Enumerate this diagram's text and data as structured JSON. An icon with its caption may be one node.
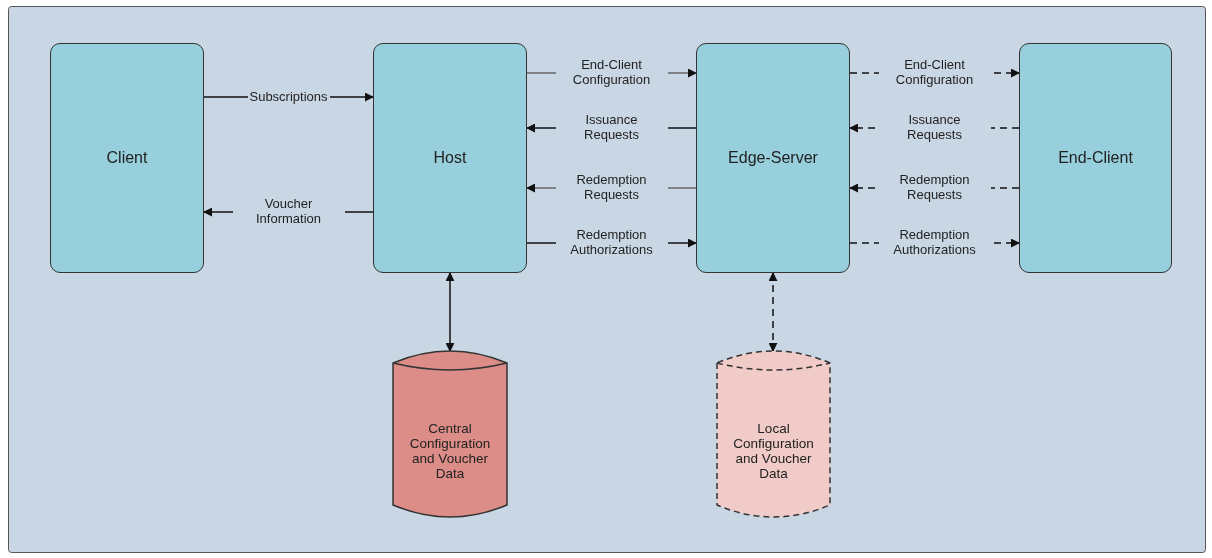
{
  "diagram": {
    "nodes": [
      {
        "text": [
          "Client"
        ]
      },
      {
        "text": [
          "Host"
        ]
      },
      {
        "text": [
          "Edge-Server"
        ]
      },
      {
        "text": [
          "End-Client"
        ]
      },
      {
        "text": [
          "Central Configuration and Voucher Data"
        ]
      },
      {
        "text": [
          "Local Configuration and Voucher Data"
        ]
      }
    ],
    "edges": [
      {
        "from": 0,
        "to": 1,
        "arrow": "to",
        "label": "Subscriptions"
      },
      {
        "from": 1,
        "to": 0,
        "arrow": "to",
        "label": "Voucher Information"
      },
      {
        "from": 1,
        "to": 2,
        "arrow": "to",
        "label": "End-Client Configuration",
        "color": "#666666"
      },
      {
        "from": 2,
        "to": 1,
        "arrow": "to",
        "label": "Issuance Requests"
      },
      {
        "from": 2,
        "to": 1,
        "arrow": "to",
        "label": "Redemption Requests",
        "color": "#666666"
      },
      {
        "from": 1,
        "to": 2,
        "arrow": "to",
        "label": "Redemption Authorizations"
      },
      {
        "from": 2,
        "to": 3,
        "arrow": "to",
        "label": "End-Client Configuration",
        "style": "dashed"
      },
      {
        "from": 3,
        "to": 2,
        "arrow": "to",
        "label": "Issuance Requests",
        "style": "dashed"
      },
      {
        "from": 3,
        "to": 2,
        "arrow": "to",
        "label": "Redemption Requests",
        "style": "dashed"
      },
      {
        "from": 2,
        "to": 3,
        "arrow": "to",
        "label": "Redemption Authorizations",
        "style": "dashed"
      },
      {
        "from": 1,
        "to": 4,
        "arrow": "both"
      },
      {
        "from": 2,
        "to": 5,
        "arrow": "both",
        "style": "dashed"
      }
    ]
  }
}
